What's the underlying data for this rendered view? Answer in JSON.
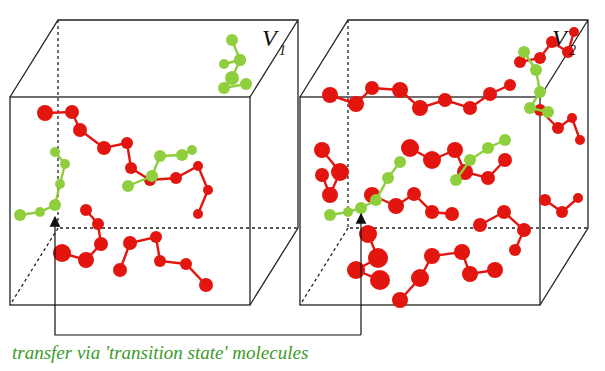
{
  "diagram": {
    "labels": [
      "V",
      "1",
      "V",
      "2",
      "transfer via 'transition state' molecules"
    ]
  }
}
